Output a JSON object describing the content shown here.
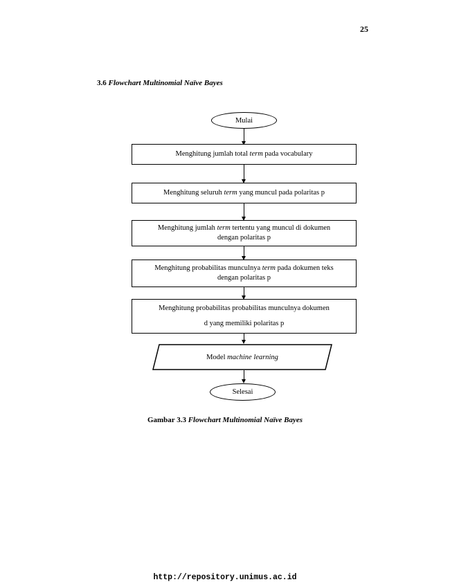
{
  "page_number": "25",
  "section": {
    "number": "3.6",
    "title": "Flowchart Multinomial Naïve Bayes"
  },
  "flowchart": {
    "start_label": "Mulai",
    "steps": [
      {
        "pre": "Menghitung jumlah total ",
        "em": "term",
        "post": " pada vocabulary",
        "line2": ""
      },
      {
        "pre": "Menghitung seluruh ",
        "em": "term",
        "post": " yang muncul pada polaritas p",
        "line2": ""
      },
      {
        "pre": "Menghitung jumlah ",
        "em": "term",
        "post": " tertentu yang muncul di dokumen",
        "line2": "dengan polaritas p"
      },
      {
        "pre": "Menghitung probabilitas munculnya ",
        "em": "term",
        "post": " pada dokumen teks",
        "line2": "dengan polaritas p"
      },
      {
        "pre": "Menghitung probabilitas probabilitas munculnya dokumen",
        "em": "",
        "post": "",
        "line2": "d yang memiliki polaritas p"
      }
    ],
    "model_pre": "Model ",
    "model_em": "machine learning",
    "end_label": "Selesai"
  },
  "caption": {
    "prefix": "Gambar 3.3",
    "title": "Flowchart Multinomial Naïve Bayes"
  },
  "footer": {
    "url": "http://repository.unimus.ac.id"
  }
}
